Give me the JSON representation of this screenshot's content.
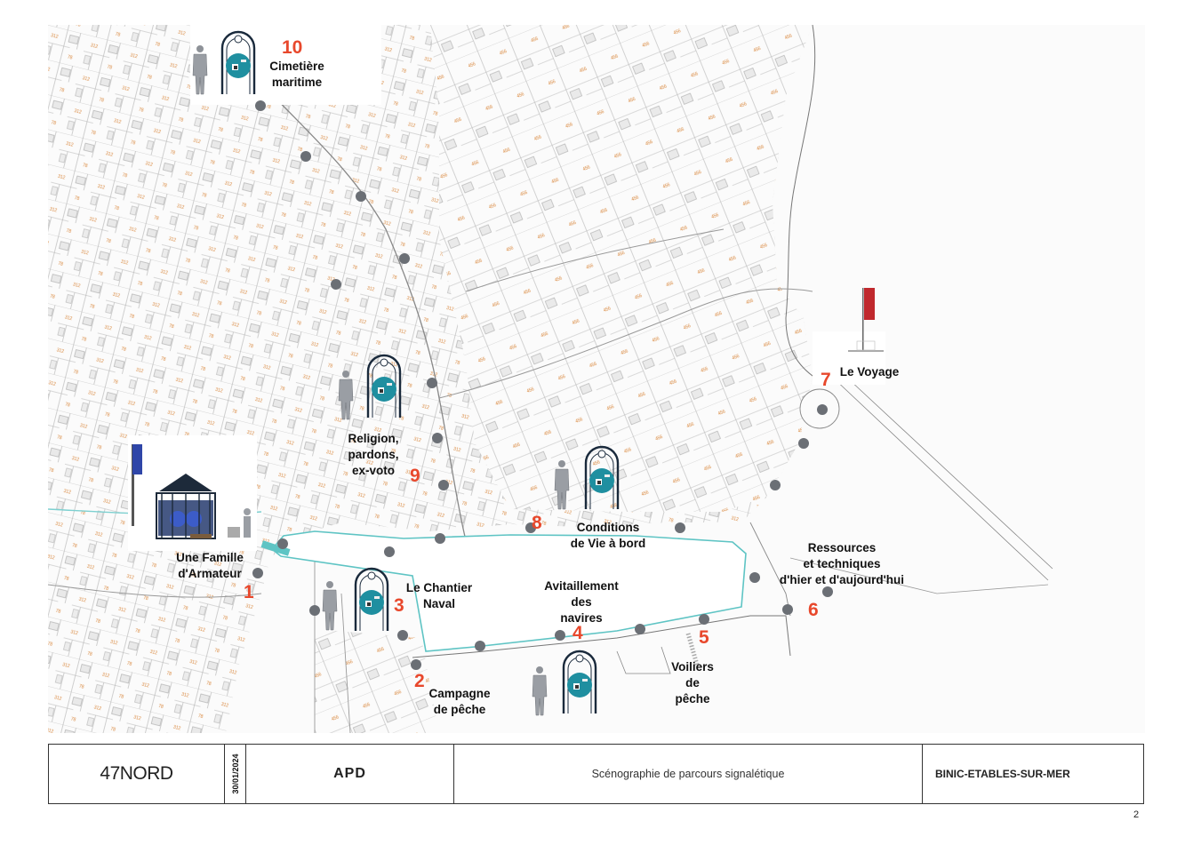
{
  "map": {
    "stops": [
      {
        "number": "1",
        "label": [
          "Une Famille",
          "d'Armateur"
        ]
      },
      {
        "number": "2",
        "label": [
          "Campagne",
          "de pêche"
        ]
      },
      {
        "number": "3",
        "label": [
          "Le Chantier",
          "Naval"
        ]
      },
      {
        "number": "4",
        "label": [
          "Avitaillement",
          "des",
          "navires"
        ]
      },
      {
        "number": "5",
        "label": [
          "Voiliers",
          "de",
          "pêche"
        ]
      },
      {
        "number": "6",
        "label": [
          "Ressources",
          "et techniques",
          "d'hier et d'aujourd'hui"
        ]
      },
      {
        "number": "7",
        "label": [
          "Le Voyage"
        ]
      },
      {
        "number": "8",
        "label": [
          "Conditions",
          "de Vie à bord"
        ]
      },
      {
        "number": "9",
        "label": [
          "Religion,",
          "pardons,",
          "ex-voto"
        ]
      },
      {
        "number": "10",
        "label": [
          "Cimetière",
          "maritime"
        ]
      }
    ],
    "colors": {
      "stop_number": "#e8482c",
      "route_dot": "#6b6f75",
      "harbour_outline": "#5ec4c4",
      "panel": "#1f8fa0",
      "parcel_lines": "#9a9a9a",
      "parcel_numbers": "#d9863a",
      "flag": "#c0282d"
    },
    "icons": [
      "pedestrian-figure-icon",
      "interpretation-panel-icon",
      "kiosk-gazebo-icon",
      "flag-icon"
    ]
  },
  "title_block": {
    "logo": "47NORD",
    "date": "30/01/2024",
    "phase": "APD",
    "description": "Scénographie de parcours signalétique",
    "location": "BINIC-ETABLES-SUR-MER"
  },
  "page_number": "2"
}
